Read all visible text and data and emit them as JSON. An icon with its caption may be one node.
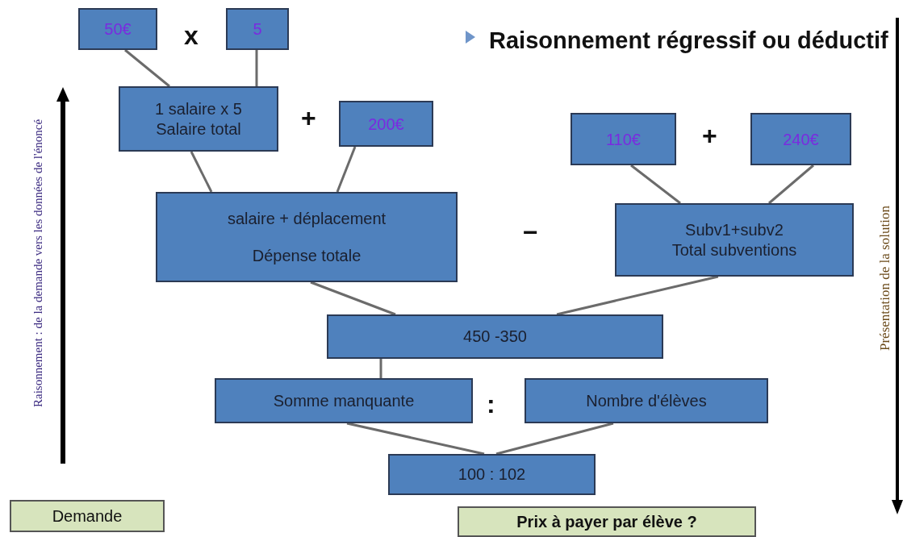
{
  "diagram": {
    "title": "Raisonnement régressif ou déductif",
    "nodes": [
      {
        "text": [
          "50€"
        ]
      },
      {
        "text": [
          "5"
        ]
      },
      {
        "text": [
          "1 salaire x 5",
          "Salaire total"
        ]
      },
      {
        "text": [
          "200€"
        ]
      },
      {
        "text": [
          "salaire + déplacement",
          "Dépense totale"
        ]
      },
      {
        "text": [
          "110€"
        ]
      },
      {
        "text": [
          "240€"
        ]
      },
      {
        "text": [
          "Subv1+subv2",
          "Total subventions"
        ]
      },
      {
        "text": [
          "450 -350"
        ]
      },
      {
        "text": [
          "Somme manquante"
        ]
      },
      {
        "text": [
          "Nombre d'élèves"
        ]
      },
      {
        "text": [
          "100 : 102"
        ]
      },
      {
        "text": [
          "Demande"
        ]
      },
      {
        "text": [
          "Prix à payer par élève ?"
        ]
      }
    ],
    "edges": [
      {
        "from": 0,
        "to": 2,
        "arrow": "none"
      },
      {
        "from": 1,
        "to": 2,
        "arrow": "none"
      },
      {
        "from": 2,
        "to": 4,
        "arrow": "none"
      },
      {
        "from": 3,
        "to": 4,
        "arrow": "none"
      },
      {
        "from": 5,
        "to": 7,
        "arrow": "none"
      },
      {
        "from": 6,
        "to": 7,
        "arrow": "none"
      },
      {
        "from": 4,
        "to": 8,
        "arrow": "none"
      },
      {
        "from": 7,
        "to": 8,
        "arrow": "none"
      },
      {
        "from": 8,
        "to": 9,
        "arrow": "none"
      },
      {
        "from": 9,
        "to": 11,
        "arrow": "none"
      },
      {
        "from": 10,
        "to": 11,
        "arrow": "none"
      }
    ],
    "labels": [
      "x",
      "+",
      "+",
      "−",
      ":",
      "Raisonnement : de la demande vers les données de l'énoncé",
      "Présentation de la solution"
    ]
  }
}
